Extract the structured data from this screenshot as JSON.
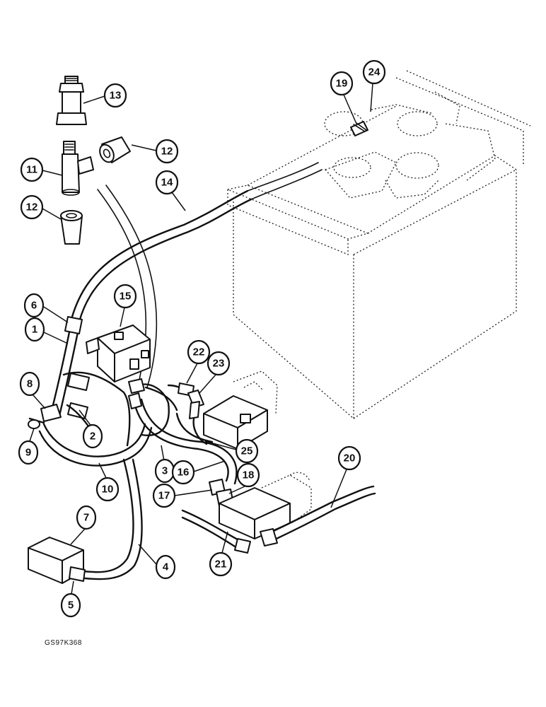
{
  "figure_code": "GS97K368",
  "callouts": [
    {
      "label": "1"
    },
    {
      "label": "2"
    },
    {
      "label": "3"
    },
    {
      "label": "4"
    },
    {
      "label": "5"
    },
    {
      "label": "6"
    },
    {
      "label": "7"
    },
    {
      "label": "8"
    },
    {
      "label": "9"
    },
    {
      "label": "10"
    },
    {
      "label": "11"
    },
    {
      "label": "12"
    },
    {
      "label": "12"
    },
    {
      "label": "13"
    },
    {
      "label": "14"
    },
    {
      "label": "15"
    },
    {
      "label": "16"
    },
    {
      "label": "17"
    },
    {
      "label": "18"
    },
    {
      "label": "19"
    },
    {
      "label": "20"
    },
    {
      "label": "21"
    },
    {
      "label": "22"
    },
    {
      "label": "23"
    },
    {
      "label": "24"
    },
    {
      "label": "25"
    }
  ]
}
